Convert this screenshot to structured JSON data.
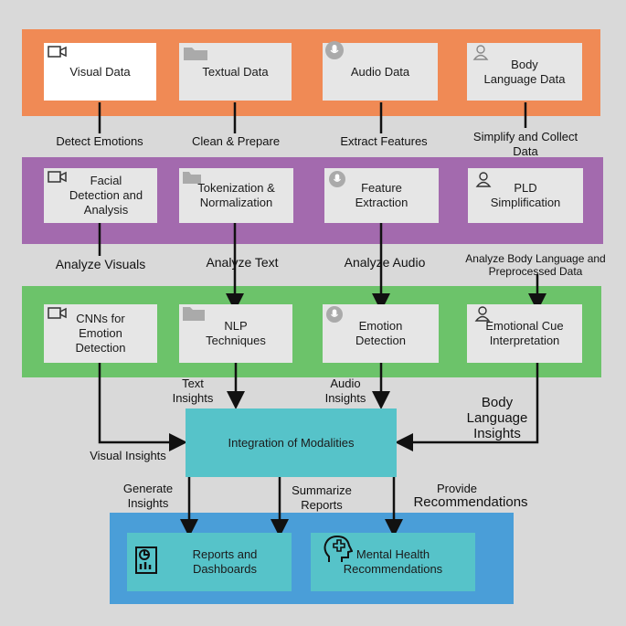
{
  "input_row": [
    {
      "label": "Visual Data",
      "icon": "video-camera-icon"
    },
    {
      "label": "Textual Data",
      "icon": "folder-icon"
    },
    {
      "label": "Audio Data",
      "icon": "microphone-icon"
    },
    {
      "label": "Body\nLanguage Data",
      "icon": "person-icon"
    }
  ],
  "input_edges": [
    "Detect Emotions",
    "Clean & Prepare",
    "Extract Features",
    "Simplify and Collect\nData"
  ],
  "preprocess_row": [
    {
      "label": "Facial\nDetection and\nAnalysis",
      "icon": "video-camera-icon"
    },
    {
      "label": "Tokenization &\nNormalization",
      "icon": "folder-icon"
    },
    {
      "label": "Feature\nExtraction",
      "icon": "microphone-icon"
    },
    {
      "label": "PLD\nSimplification",
      "icon": "person-icon"
    }
  ],
  "preprocess_edges": [
    "Analyze Visuals",
    "Analyze Text",
    "Analyze Audio",
    "Analyze Body Language and\nPreprocessed Data"
  ],
  "analysis_row": [
    {
      "label": "CNNs for\nEmotion\nDetection",
      "icon": "video-camera-icon"
    },
    {
      "label": "NLP\nTechniques",
      "icon": "folder-icon"
    },
    {
      "label": "Emotion\nDetection",
      "icon": "microphone-icon"
    },
    {
      "label": "Emotional Cue\nInterpretation",
      "icon": "person-icon"
    }
  ],
  "insight_edges": {
    "visual": "Visual Insights",
    "text": "Text\nInsights",
    "audio": "Audio\nInsights",
    "body": "Body\nLanguage\nInsights"
  },
  "integration": {
    "label": "Integration of Modalities"
  },
  "output_edges": {
    "generate": "Generate\nInsights",
    "summarize": "Summarize\nReports",
    "provide_line1": "Provide",
    "provide_line2": "Recommendations"
  },
  "outputs": [
    {
      "label": "Reports and\nDashboards",
      "icon": "dashboard-report-icon"
    },
    {
      "label": "Mental Health\nRecommendations",
      "icon": "head-health-icon"
    }
  ],
  "colors": {
    "input_band": "#f08a55",
    "preprocess_band": "#a36aae",
    "analysis_band": "#6cc36a",
    "output_band": "#4a9ed8",
    "integration_box": "#56c3c9"
  }
}
